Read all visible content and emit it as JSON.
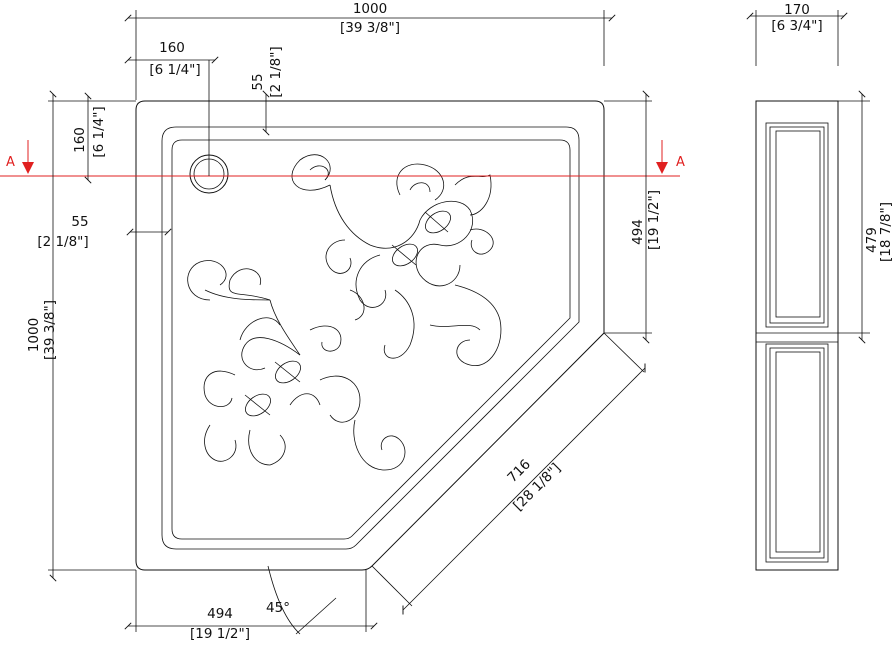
{
  "drawing": {
    "overall_width": {
      "mm": "1000",
      "in": "[39 3/8\"]"
    },
    "overall_depth": {
      "mm": "1000",
      "in": "[39 3/8\"]"
    },
    "waste_x": {
      "mm": "160",
      "in": "[6 1/4\"]"
    },
    "waste_y": {
      "mm": "160",
      "in": "[6 1/4\"]"
    },
    "rim_top": {
      "mm": "55",
      "in": "[2 1/8\"]"
    },
    "rim_side": {
      "mm": "55",
      "in": "[2 1/8\"]"
    },
    "right_side": {
      "mm": "494",
      "in": "[19 1/2\"]"
    },
    "bottom_side": {
      "mm": "494",
      "in": "[19 1/2\"]"
    },
    "diagonal": {
      "mm": "716",
      "in": "[28 1/8\"]"
    },
    "angle": "45°",
    "section_label": "A",
    "profile_height": {
      "mm": "170",
      "in": "[6 3/4\"]"
    },
    "profile_length": {
      "mm": "479",
      "in": "[18 7/8\"]"
    }
  }
}
